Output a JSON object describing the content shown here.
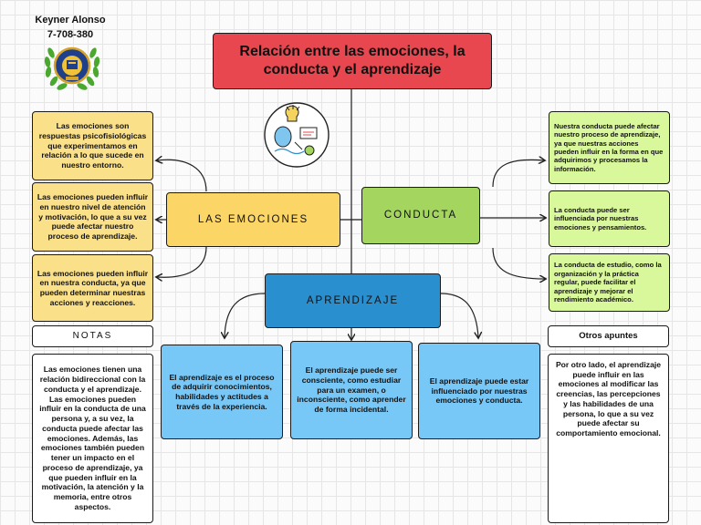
{
  "author": {
    "name": "Keyner Alonso",
    "id": "7-708-380"
  },
  "title": "Relación entre las emociones, la conducta y el aprendizaje",
  "central_nodes": {
    "emociones": "LAS EMOCIONES",
    "conducta": "CONDUCTA",
    "aprendizaje": "APRENDIZAJE"
  },
  "emociones_points": [
    "Las emociones son respuestas psicofisiológicas que experimentamos en relación a lo que sucede en nuestro entorno.",
    "Las emociones pueden influir en nuestro nivel de atención y motivación, lo que a su vez puede afectar nuestro proceso de aprendizaje.",
    "Las emociones pueden influir en nuestra conducta, ya que pueden determinar nuestras acciones y reacciones."
  ],
  "conducta_points": [
    "Nuestra conducta puede afectar nuestro proceso de aprendizaje, ya que nuestras acciones pueden influir en la forma en que adquirimos y procesamos la información.",
    "La conducta puede ser influenciada por nuestras emociones y pensamientos.",
    "La conducta de estudio, como la organización y la práctica regular, puede facilitar el aprendizaje y mejorar el rendimiento académico."
  ],
  "aprendizaje_points": [
    "El aprendizaje es el proceso de adquirir conocimientos, habilidades y actitudes a través de la experiencia.",
    "El aprendizaje puede ser consciente, como estudiar para un examen, o inconsciente, como aprender de forma incidental.",
    "El aprendizaje puede estar influenciado por nuestras emociones y conducta."
  ],
  "notas": {
    "label": "NOTAS",
    "text": "Las emociones tienen una relación bidireccional con la conducta y el aprendizaje. Las emociones pueden influir en la conducta de una persona y, a su vez, la conducta puede afectar las emociones. Además, las emociones también pueden tener un impacto en el proceso de aprendizaje, ya que pueden influir en la motivación, la atención y la memoria, entre otros aspectos."
  },
  "otros": {
    "label": "Otros apuntes",
    "text": "Por otro lado, el aprendizaje puede influir en las emociones al modificar las creencias, las percepciones y las habilidades de una persona, lo que a su vez puede afectar su comportamiento emocional."
  },
  "icons": {
    "emblem": "university-laurel-emblem-icon",
    "illustration": "brain-learning-icon"
  },
  "colors": {
    "title_bg": "#e8474f",
    "yellow": "#fbd565",
    "green": "#a3d55f",
    "blue": "#2a8fcf",
    "light_blue": "#78c8f7"
  }
}
